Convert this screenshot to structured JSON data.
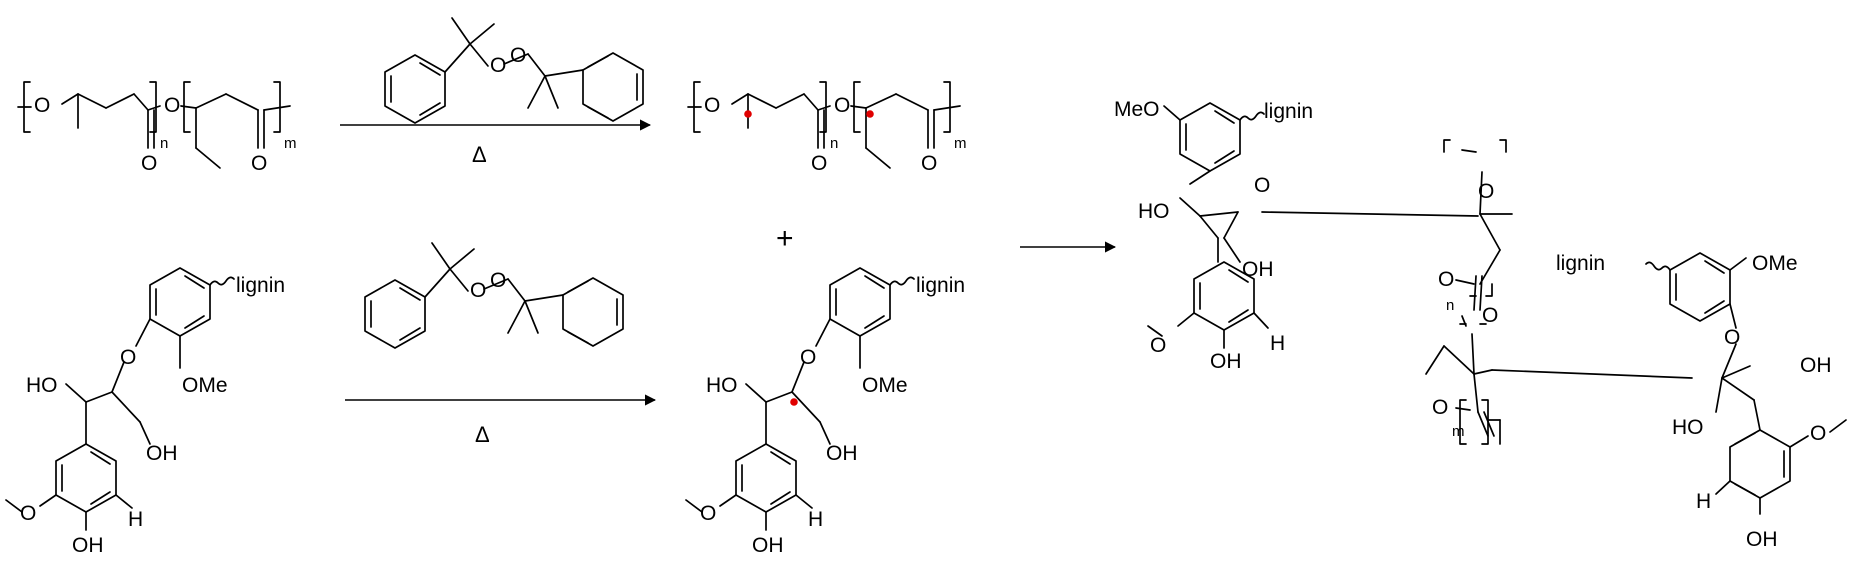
{
  "atoms": {
    "O": "O",
    "OH": "OH",
    "HO": "HO",
    "OMe": "OMe",
    "MeO": "MeO",
    "H": "H",
    "lignin": "lignin"
  },
  "subscripts": {
    "n": "n",
    "m": "m"
  },
  "arrow_labels": {
    "heat": "Δ"
  },
  "operators": {
    "plus": "+"
  },
  "colors": {
    "radical": "#e00000",
    "ink": "#000000"
  }
}
